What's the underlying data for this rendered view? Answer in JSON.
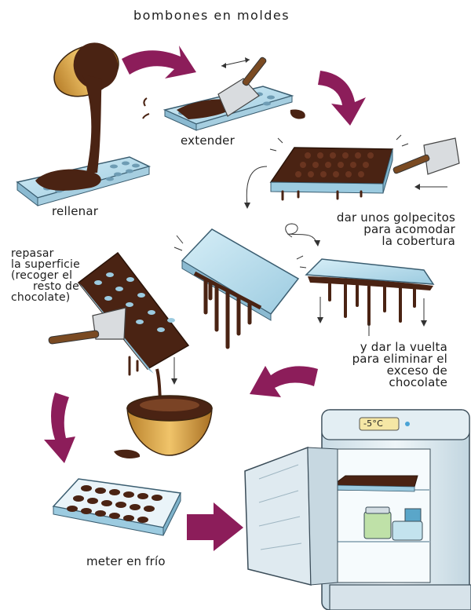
{
  "title": "bombones en moldes",
  "steps": {
    "fill": "rellenar",
    "spread": "extender",
    "tap": [
      "dar unos golpecitos",
      "para acomodar",
      "la cobertura"
    ],
    "scrape": [
      "repasar",
      "la superficie",
      "(recoger el",
      "resto de",
      "chocolate)"
    ],
    "flip": [
      "y dar la vuelta",
      "para eliminar el",
      "exceso de",
      "chocolate"
    ],
    "chill": "meter en frío"
  },
  "fridge": {
    "temperature": "-5°C"
  },
  "colors": {
    "chocolate": "#4a2313",
    "mold": "#bfe0ee",
    "arrow": "#8c1d5a",
    "fridge": "#d9e7ef",
    "bowl": "#d9a646"
  }
}
